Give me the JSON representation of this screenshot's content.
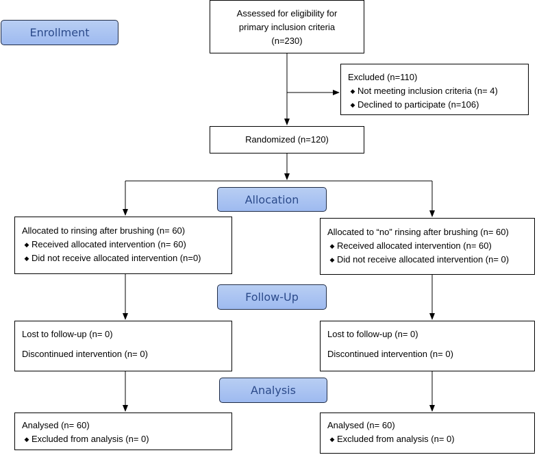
{
  "stages": {
    "enrollment": "Enrollment",
    "allocation": "Allocation",
    "followup": "Follow-Up",
    "analysis": "Analysis"
  },
  "assessed": {
    "line1": "Assessed for eligibility for",
    "line2": "primary inclusion criteria",
    "line3": "(n=230)"
  },
  "excluded": {
    "title": "Excluded (n=110)",
    "items": [
      "Not meeting inclusion criteria (n= 4)",
      "Declined to participate (n=106)"
    ]
  },
  "randomized": "Randomized (n=120)",
  "left": {
    "allocation_title": "Allocated to rinsing after brushing (n= 60)",
    "allocation_items": [
      "Received allocated intervention (n= 60)",
      "Did not receive allocated intervention (n=0)"
    ],
    "lost": "Lost to follow-up (n= 0)",
    "discontinued": "Discontinued intervention (n= 0)",
    "analysed": "Analysed (n= 60)",
    "analysis_items": [
      "Excluded from analysis (n= 0)"
    ]
  },
  "right": {
    "allocation_title": "Allocated to “no” rinsing after brushing (n= 60)",
    "allocation_items": [
      "Received allocated intervention (n= 60)",
      "Did not receive allocated intervention (n= 0)"
    ],
    "lost": "Lost to follow-up (n= 0)",
    "discontinued": "Discontinued intervention (n= 0)",
    "analysed": "Analysed (n= 60)",
    "analysis_items": [
      "Excluded from analysis (n= 0)"
    ]
  },
  "bullet_glyph": "◆"
}
